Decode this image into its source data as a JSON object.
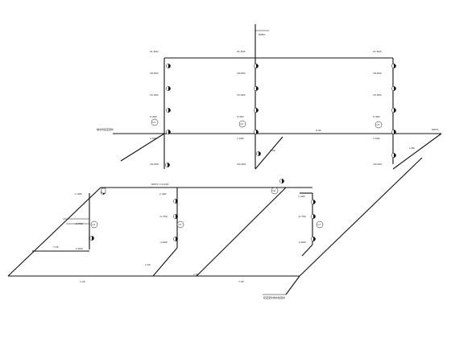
{
  "drawing": {
    "upper_elevations_left": [
      "21.600",
      "18.000",
      "15.000",
      "9.400",
      "1.500",
      "±0.000"
    ],
    "upper_elevations_mid": [
      "21.600",
      "18.000",
      "15.000",
      "9.400",
      "1.500",
      "±0.000"
    ],
    "upper_elevations_right": [
      "21.600",
      "18.000",
      "15.000",
      "9.400",
      "1.500",
      "±0.000"
    ],
    "upper_riser_tags": [
      "L1",
      "L2",
      "L3"
    ],
    "upper_top_note": "DN50",
    "upper_left_note": "排水管接至室外",
    "upper_right_note": "DN75",
    "upper_main_dim": "9.00",
    "upper_diag_dims": [
      "1.80",
      "1.00"
    ],
    "lower_header_note": "DN75 i=0.026",
    "lower_elevations_left": [
      "1.400",
      "-0.750",
      "-1.600"
    ],
    "lower_elevations_mid": [
      "1.400",
      "-0.750",
      "-1.600"
    ],
    "lower_elevations_right": [
      "1.400",
      "-0.750",
      "-1.600"
    ],
    "lower_riser_tags": [
      "L4",
      "L5",
      "L6",
      "L7"
    ],
    "lower_dims": [
      "7.25",
      "1.25",
      "1.50",
      "1.50",
      "7.50"
    ],
    "lower_outlet_note": "接至室外排水检查井"
  }
}
